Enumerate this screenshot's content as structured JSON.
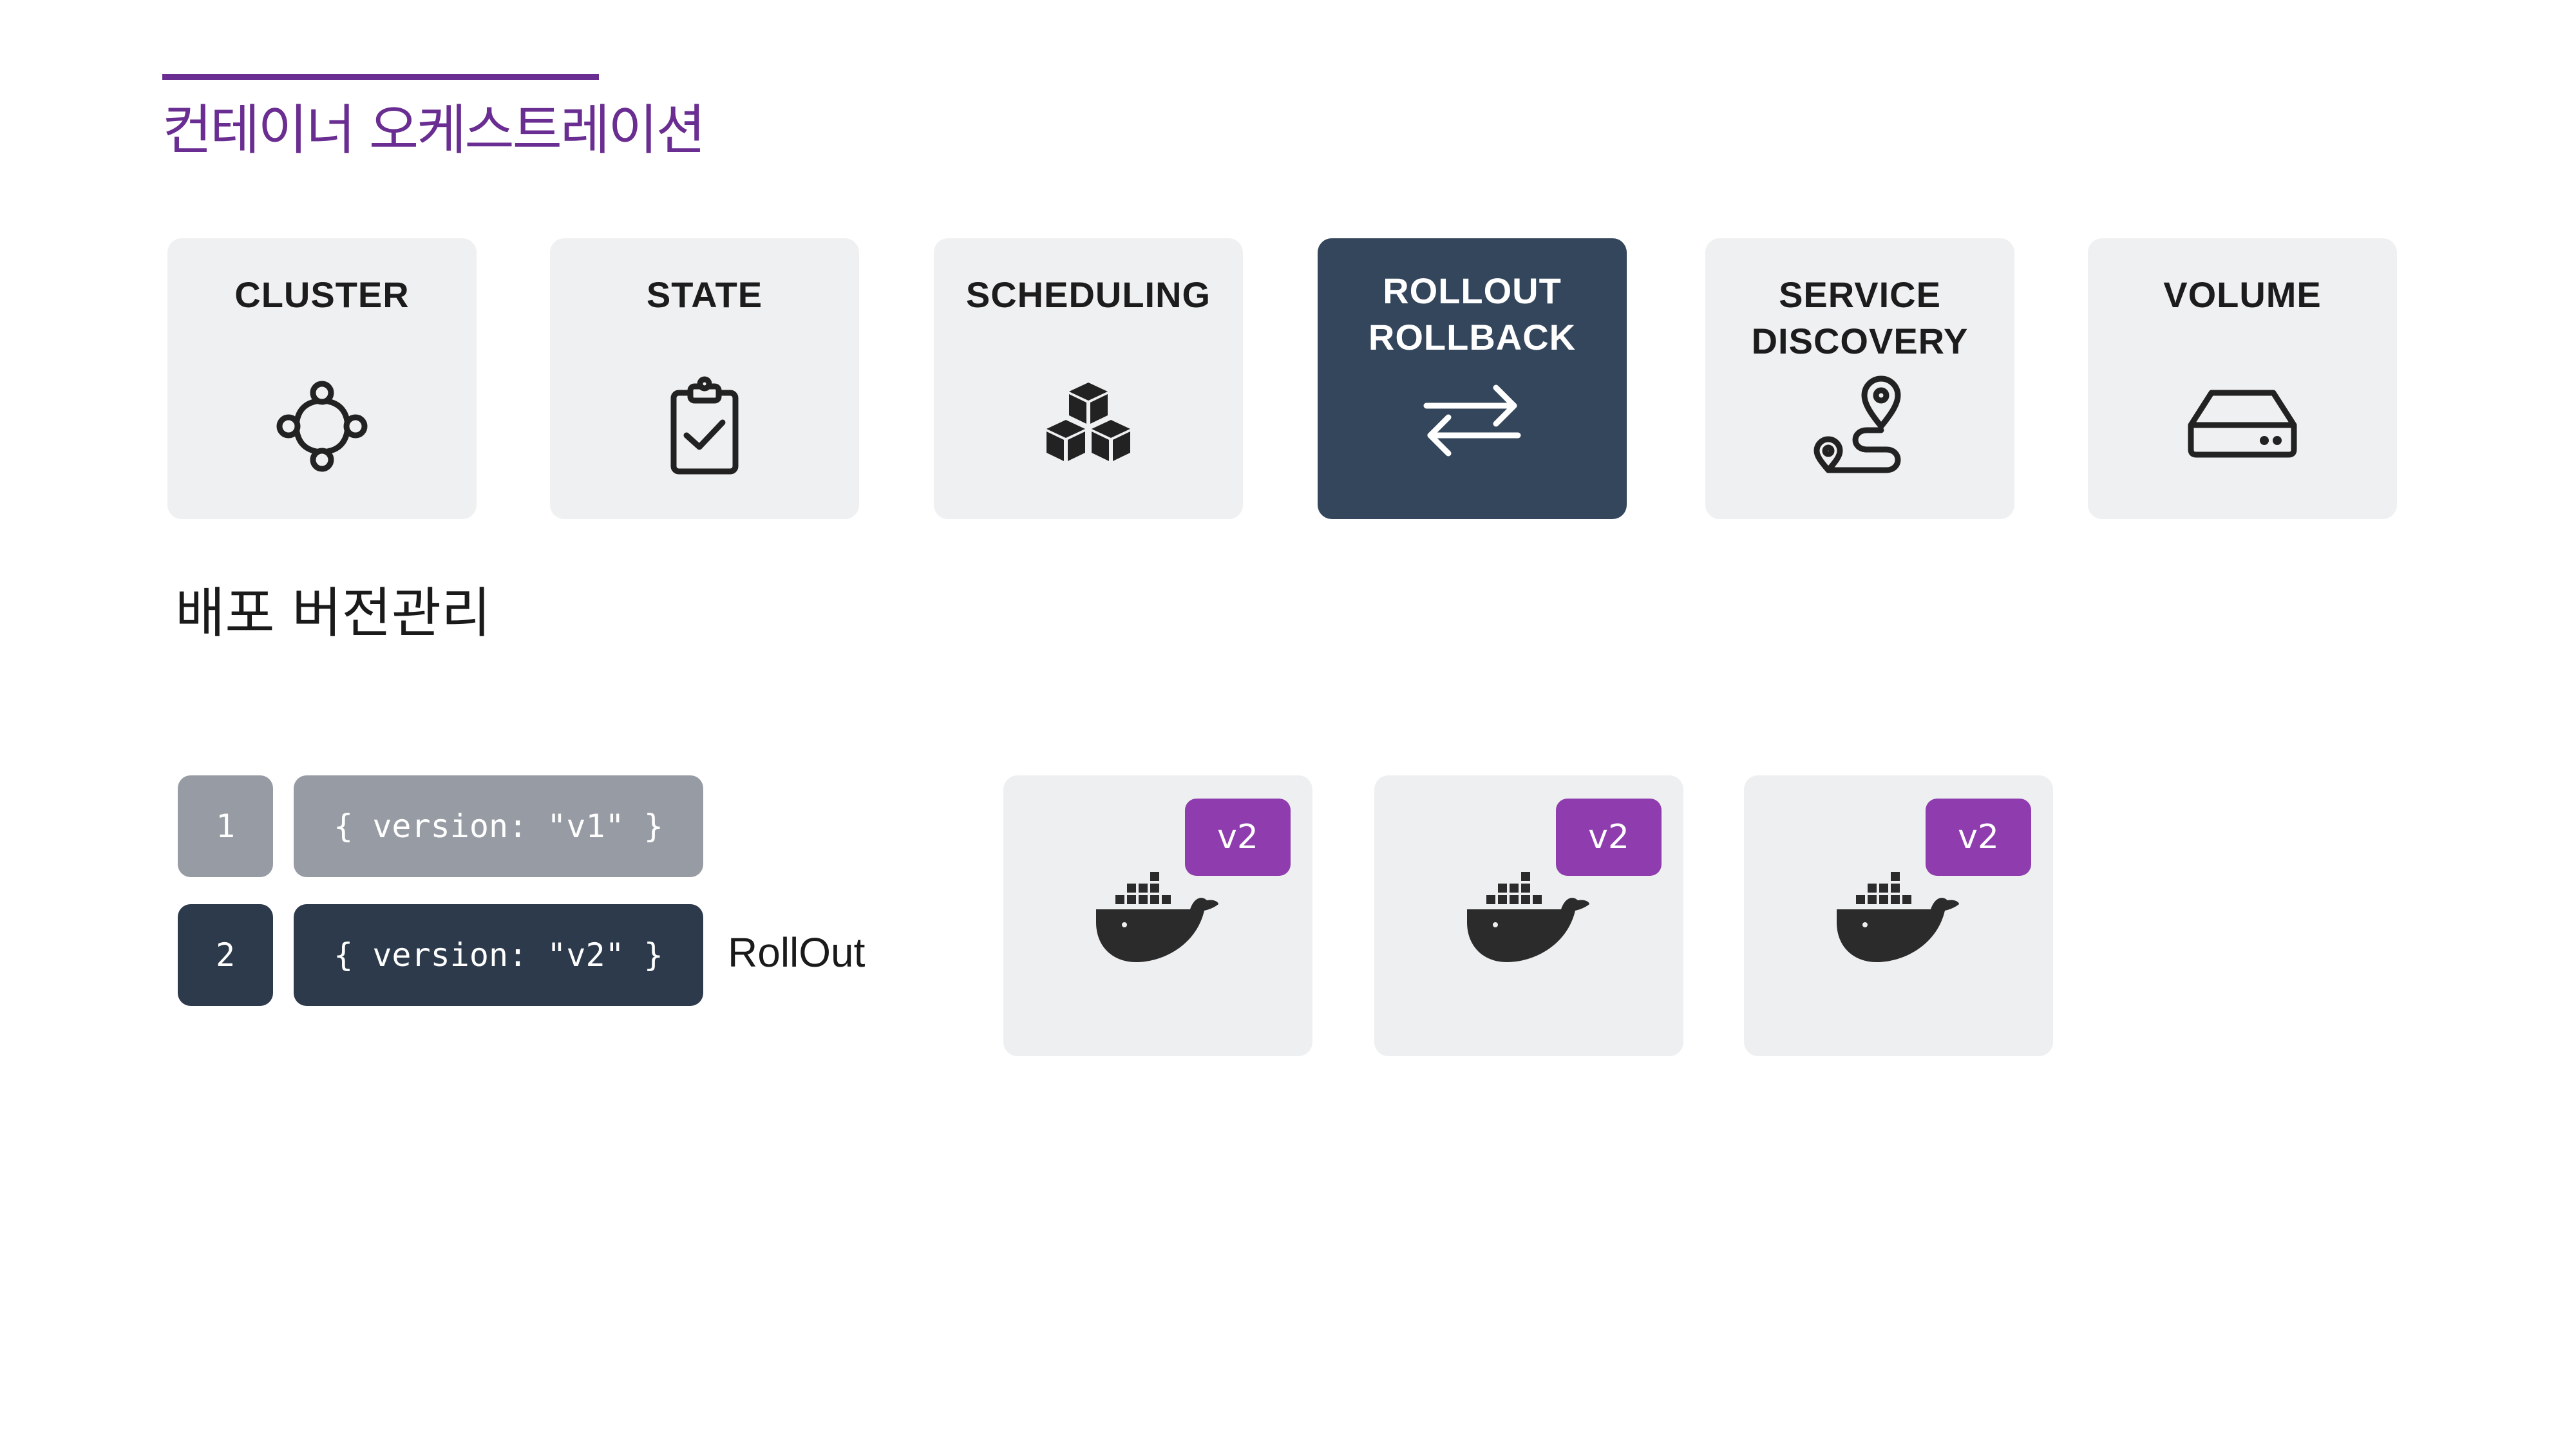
{
  "header": {
    "title": "컨테이너 오케스트레이션"
  },
  "features": [
    {
      "label": "CLUSTER",
      "icon": "cluster-icon",
      "active": false
    },
    {
      "label": "STATE",
      "icon": "clipboard-check-icon",
      "active": false
    },
    {
      "label": "SCHEDULING",
      "icon": "cubes-icon",
      "active": false
    },
    {
      "label": "ROLLOUT\nROLLBACK",
      "icon": "swap-arrows-icon",
      "active": true
    },
    {
      "label": "SERVICE\nDISCOVERY",
      "icon": "route-pin-icon",
      "active": false
    },
    {
      "label": "VOLUME",
      "icon": "hard-drive-icon",
      "active": false
    }
  ],
  "section": {
    "title": "배포 버전관리"
  },
  "revisions": [
    {
      "number": "1",
      "code": "{ version: \"v1\" }"
    },
    {
      "number": "2",
      "code": "{ version: \"v2\" }"
    }
  ],
  "rollout_label": "RollOut",
  "pods": [
    {
      "version": "v2",
      "icon": "docker-whale-icon"
    },
    {
      "version": "v2",
      "icon": "docker-whale-icon"
    },
    {
      "version": "v2",
      "icon": "docker-whale-icon"
    }
  ],
  "colors": {
    "accent": "#6a2d91",
    "active_card": "#34465c",
    "card_bg": "#eff0f1",
    "revision_old": "#979ca4",
    "revision_new": "#2c3a4c",
    "badge": "#8e3cae"
  }
}
